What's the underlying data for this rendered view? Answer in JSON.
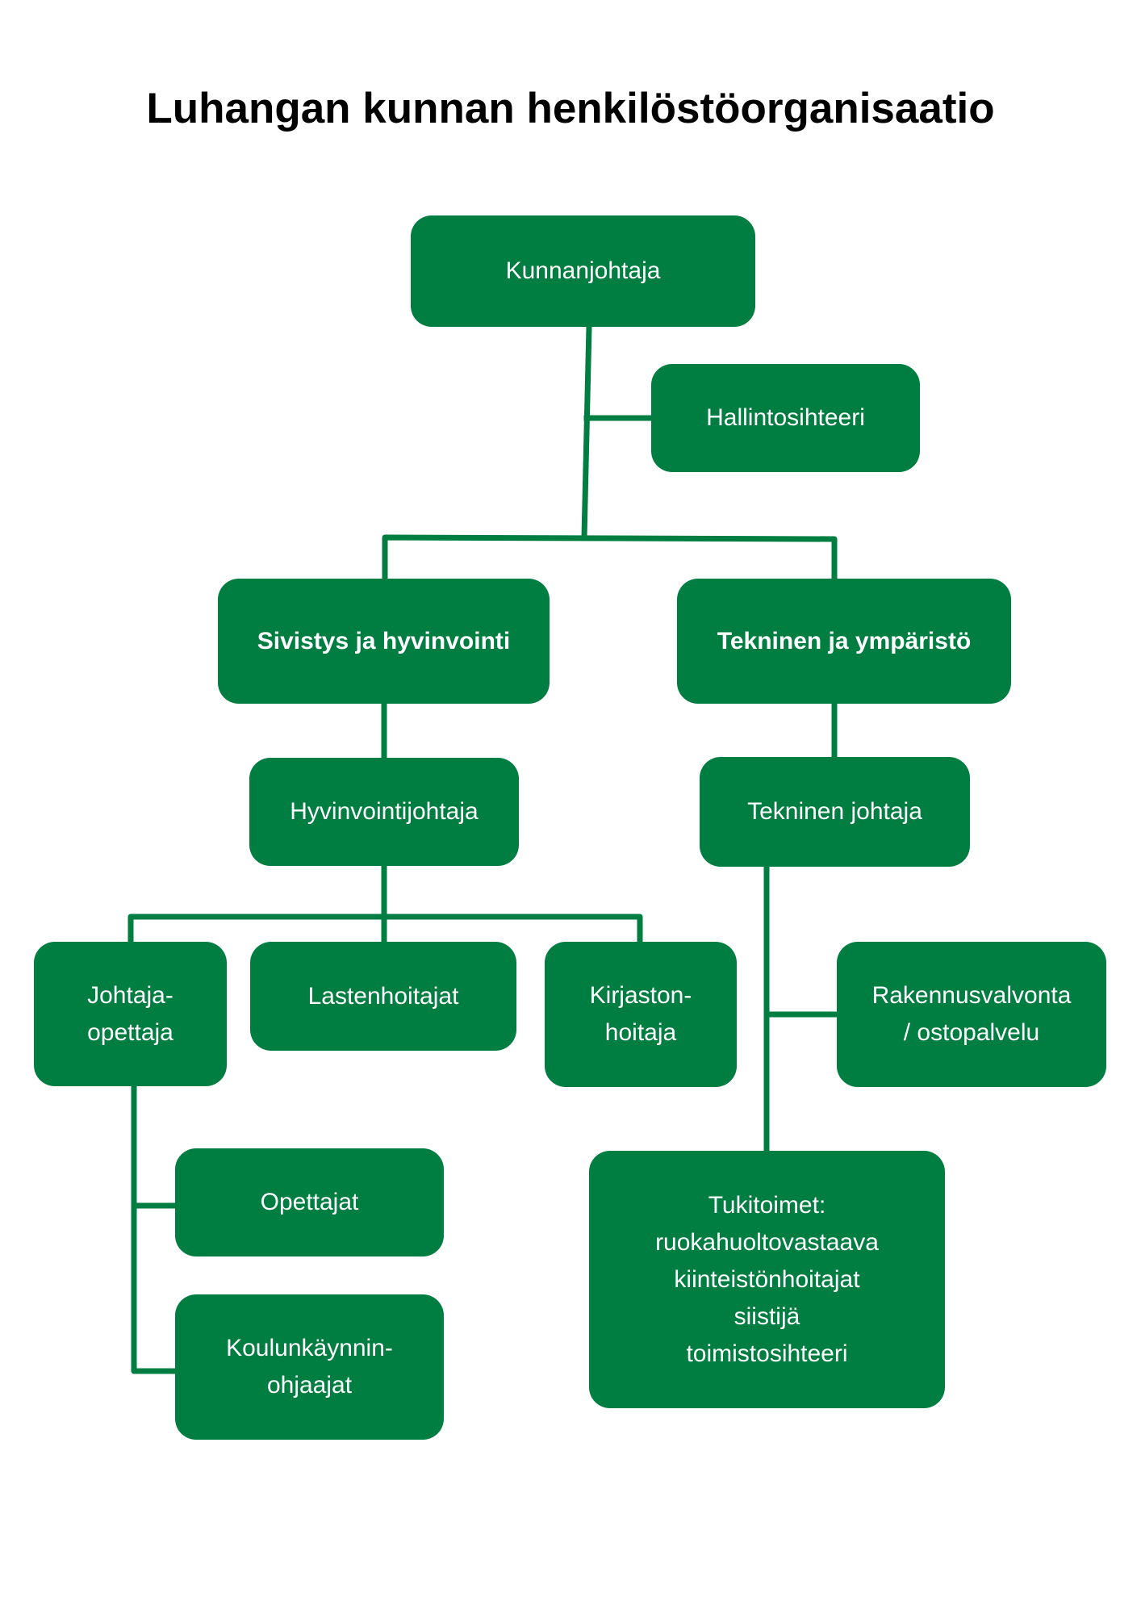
{
  "title": "Luhangan kunnan henkilöstöorganisaatio",
  "colors": {
    "box_fill": "#007D40",
    "line": "#007D40",
    "text_on_box": "#FFFFFF",
    "title": "#000000"
  },
  "nodes": {
    "kunnanjohtaja": "Kunnanjohtaja",
    "hallintosihteeri": "Hallintosihteeri",
    "sivistys": "Sivistys ja hyvinvointi",
    "tekninen_ymparisto": "Tekninen ja ympäristö",
    "hyvinvointijohtaja": "Hyvinvointijohtaja",
    "tekninen_johtaja": "Tekninen johtaja",
    "johtaja_opettaja": "Johtaja-\nopettaja",
    "lastenhoitajat": "Lastenhoitajat",
    "kirjastonhoitaja": "Kirjaston-\nhoitaja",
    "rakennusvalvonta": "Rakennusvalvonta\n/ ostopalvelu",
    "opettajat": "Opettajat",
    "koulunkaynninohjaajat": "Koulunkäynnin-\nohjaajat",
    "tukitoimet": "Tukitoimet:\nruokahuoltovastaava\nkiinteistönhoitajat\nsiistijä\ntoimistosihteeri"
  },
  "edges": [
    [
      "kunnanjohtaja",
      "hallintosihteeri"
    ],
    [
      "kunnanjohtaja",
      "sivistys"
    ],
    [
      "kunnanjohtaja",
      "tekninen_ymparisto"
    ],
    [
      "sivistys",
      "hyvinvointijohtaja"
    ],
    [
      "tekninen_ymparisto",
      "tekninen_johtaja"
    ],
    [
      "hyvinvointijohtaja",
      "johtaja_opettaja"
    ],
    [
      "hyvinvointijohtaja",
      "lastenhoitajat"
    ],
    [
      "hyvinvointijohtaja",
      "kirjastonhoitaja"
    ],
    [
      "tekninen_johtaja",
      "rakennusvalvonta"
    ],
    [
      "tekninen_johtaja",
      "tukitoimet"
    ],
    [
      "johtaja_opettaja",
      "opettajat"
    ],
    [
      "johtaja_opettaja",
      "koulunkaynninohjaajat"
    ]
  ]
}
